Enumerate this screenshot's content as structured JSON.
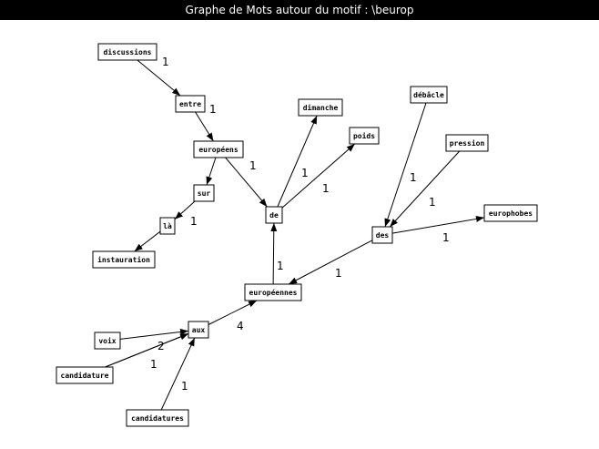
{
  "window": {
    "title": "Graphe de Mots autour du motif : \\beurop"
  },
  "graph": {
    "nodes": [
      {
        "id": "discussions",
        "label": "discussions"
      },
      {
        "id": "entre",
        "label": "entre"
      },
      {
        "id": "europeens",
        "label": "européens"
      },
      {
        "id": "sur",
        "label": "sur"
      },
      {
        "id": "la",
        "label": "là"
      },
      {
        "id": "instauration",
        "label": "instauration"
      },
      {
        "id": "de",
        "label": "de"
      },
      {
        "id": "dimanche",
        "label": "dimanche"
      },
      {
        "id": "poids",
        "label": "poids"
      },
      {
        "id": "debacle",
        "label": "débâcle"
      },
      {
        "id": "pression",
        "label": "pression"
      },
      {
        "id": "des",
        "label": "des"
      },
      {
        "id": "europhobes",
        "label": "europhobes"
      },
      {
        "id": "europeennes",
        "label": "européennes"
      },
      {
        "id": "aux",
        "label": "aux"
      },
      {
        "id": "voix",
        "label": "voix"
      },
      {
        "id": "candidature",
        "label": "candidature"
      },
      {
        "id": "candidatures",
        "label": "candidatures"
      }
    ],
    "edges": [
      {
        "from": "discussions",
        "to": "entre",
        "weight": "1"
      },
      {
        "from": "entre",
        "to": "europeens",
        "weight": "1"
      },
      {
        "from": "europeens",
        "to": "sur",
        "weight": ""
      },
      {
        "from": "europeens",
        "to": "de",
        "weight": "1"
      },
      {
        "from": "sur",
        "to": "la",
        "weight": ""
      },
      {
        "from": "la",
        "to": "instauration",
        "weight": "1"
      },
      {
        "from": "de",
        "to": "dimanche",
        "weight": "1"
      },
      {
        "from": "de",
        "to": "poids",
        "weight": "1"
      },
      {
        "from": "debacle",
        "to": "des",
        "weight": "1"
      },
      {
        "from": "pression",
        "to": "des",
        "weight": "1"
      },
      {
        "from": "des",
        "to": "europhobes",
        "weight": "1"
      },
      {
        "from": "des",
        "to": "europeennes",
        "weight": "1"
      },
      {
        "from": "europeennes",
        "to": "de",
        "weight": "1"
      },
      {
        "from": "aux",
        "to": "europeennes",
        "weight": "4"
      },
      {
        "from": "voix",
        "to": "aux",
        "weight": ""
      },
      {
        "from": "candidature",
        "to": "aux",
        "weight": "2"
      },
      {
        "from": "candidature",
        "to": "aux",
        "weight": "1"
      },
      {
        "from": "candidatures",
        "to": "aux",
        "weight": "1"
      }
    ]
  }
}
